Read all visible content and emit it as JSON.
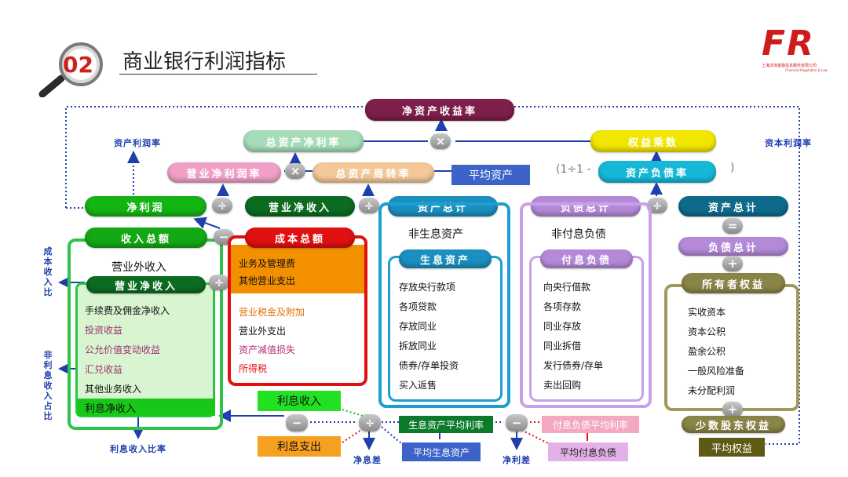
{
  "header": {
    "number": "02",
    "title": "商业银行利润指标",
    "logo_text": "FR",
    "company_cn": "上海法询金融信息服务有限公司",
    "company_en": "Financial Regulation & Law"
  },
  "top_nodes": {
    "roe": "净资产收益率",
    "roa": "总资产净利率",
    "equity_multiplier": "权益乘数",
    "net_profit_margin": "营业净利润率",
    "asset_turnover": "总资产周转率",
    "avg_assets": "平均资产",
    "one_div": "(1÷1 -",
    "close_paren": ")",
    "debt_ratio": "资产负债率"
  },
  "side_labels": {
    "asset_profit_rate": "资产利润率",
    "capital_profit_rate": "资本利润率",
    "cost_income_ratio": "成本收入比",
    "nonint_income_ratio": "非利息收入占比",
    "interest_income_ratio": "利息收入比率",
    "net_interest_spread": "净息差",
    "net_spread": "净利差"
  },
  "row2": {
    "net_profit": "净利润",
    "operating_net_income": "营业净收入",
    "total_assets": "资产总计",
    "total_liabilities": "负债总计",
    "total_assets_right": "资产总计"
  },
  "income": {
    "total_income": "收入总额",
    "non_operating_income": "营业外收入",
    "operating_net_income": "营业净收入",
    "items": [
      "手续费及佣金净收入",
      "投资收益",
      "公允价值变动收益",
      "汇兑收益",
      "其他业务收入"
    ],
    "net_interest_income": "利息净收入"
  },
  "cost": {
    "total_cost": "成本总额",
    "highlight_items": [
      "业务及管理费",
      "其他营业支出"
    ],
    "items": [
      "营业税金及附加",
      "营业外支出",
      "资产减值损失",
      "所得税"
    ]
  },
  "assets": {
    "non_earning": "非生息资产",
    "earning": "生息资产",
    "items": [
      "存放央行款项",
      "各项贷款",
      "存放同业",
      "拆放同业",
      "债券/存单投资",
      "买入返售"
    ]
  },
  "liabilities": {
    "non_interest": "非付息负债",
    "interest_bearing": "付息负债",
    "items": [
      "向央行借款",
      "各项存款",
      "同业存放",
      "同业拆借",
      "发行债券/存单",
      "卖出回购"
    ]
  },
  "equity": {
    "total_liabilities": "负债总计",
    "owners_equity": "所有者权益",
    "items": [
      "实收资本",
      "资本公积",
      "盈余公积",
      "一般风险准备",
      "未分配利润"
    ],
    "minority": "少数股东权益",
    "avg_equity": "平均权益"
  },
  "bottom": {
    "interest_income": "利息收入",
    "interest_expense": "利息支出",
    "earning_yield": "生息资产平均利率",
    "avg_earning_assets": "平均生息资产",
    "liability_cost": "付息负债平均利率",
    "avg_interest_liabilities": "平均付息负债"
  },
  "operators": {
    "times": "×",
    "divide": "÷",
    "minus": "−",
    "equals": "=",
    "plus": "+"
  },
  "colors": {
    "roe": "#7d1f4a",
    "roa": "#a6dcb8",
    "net_margin": "#f0a0c8",
    "turnover": "#f4c898",
    "avg_assets_box": "#3b63c8",
    "equity_multiplier": "#f2e600",
    "debt_ratio": "#16b8d8",
    "green": "#14a814",
    "dark_green": "#0b6b20",
    "red": "#e01010",
    "orange": "#f39000",
    "teal": "#1b8fbf",
    "lavender": "#b48ad8",
    "olive": "#a29a5a",
    "line_blue": "#1f3fae"
  }
}
